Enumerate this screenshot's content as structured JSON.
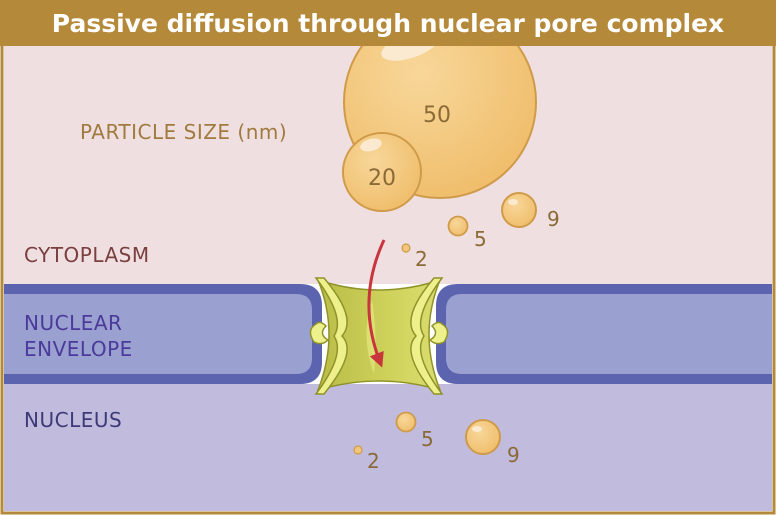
{
  "title": "Passive diffusion through nuclear pore complex",
  "legend": {
    "particle_size": "PARTICLE SIZE (nm)"
  },
  "regions": {
    "cytoplasm": "CYTOPLASM",
    "nuclear_envelope_line1": "NUCLEAR",
    "nuclear_envelope_line2": "ENVELOPE",
    "nucleus": "NUCLEUS"
  },
  "particles": {
    "cytoplasm": [
      {
        "size": "50"
      },
      {
        "size": "20"
      },
      {
        "size": "9"
      },
      {
        "size": "5"
      },
      {
        "size": "2"
      }
    ],
    "nucleus": [
      {
        "size": "9"
      },
      {
        "size": "5"
      },
      {
        "size": "2"
      }
    ]
  },
  "colors": {
    "header": "#b5893a",
    "cytoplasm_bg": "#f0dfe0",
    "envelope_band": "#9aa0d0",
    "envelope_membrane": "#5c64b0",
    "nucleus_bg": "#c1bbdd",
    "particle_fill": "#f2c57a",
    "particle_stroke": "#cf9b4a",
    "pore_fill": "#c9cc58",
    "pore_light": "#eef08c",
    "arrow": "#c9353c",
    "cytoplasm_text": "#7a4040",
    "envelope_text": "#4b3a9a",
    "nucleus_text": "#3c3a78"
  }
}
